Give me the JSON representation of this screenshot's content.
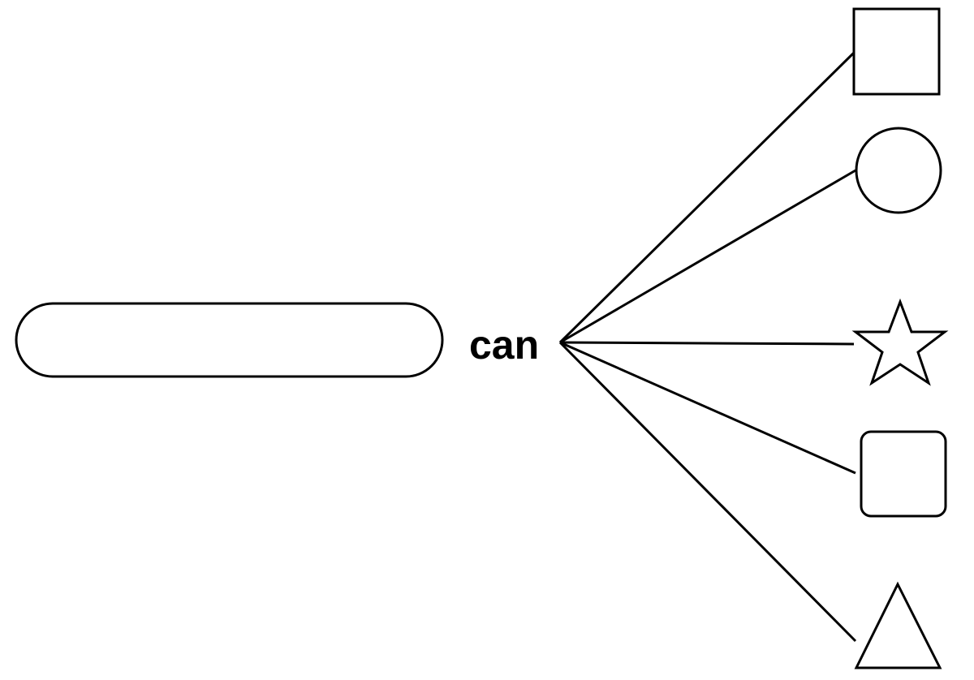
{
  "diagram": {
    "center_word": "can",
    "input_box": {
      "shape": "rounded-rectangle",
      "content": ""
    },
    "branches": [
      {
        "shape": "square"
      },
      {
        "shape": "circle"
      },
      {
        "shape": "star"
      },
      {
        "shape": "rounded-square"
      },
      {
        "shape": "triangle"
      }
    ]
  }
}
